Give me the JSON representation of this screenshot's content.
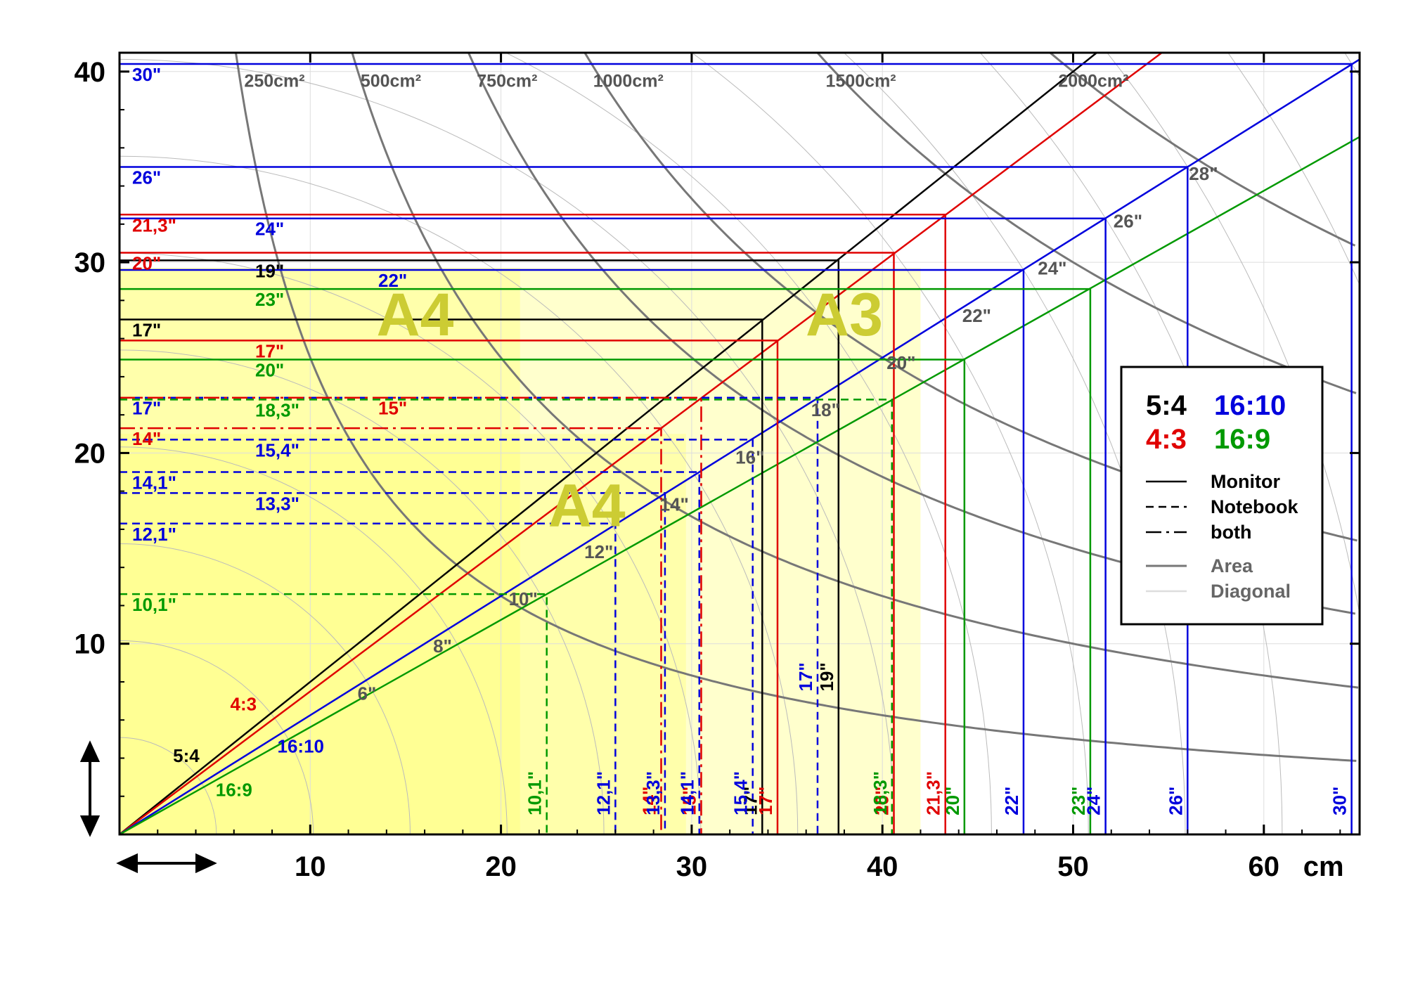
{
  "chart_data": {
    "type": "line",
    "unit_label": "cm",
    "x_ticks": [
      10,
      20,
      30,
      40,
      50,
      60
    ],
    "y_ticks": [
      10,
      20,
      30,
      40
    ],
    "xlim": [
      0,
      65
    ],
    "ylim": [
      0,
      41
    ],
    "colors": {
      "5:4": "#000000",
      "4:3": "#e00000",
      "16:10": "#0000dd",
      "16:9": "#009900",
      "area": "#777777",
      "diagonal": "#bbbbbb",
      "paper_text": "#cccc33",
      "paper_fill": "#ffff66"
    },
    "legend": {
      "ratios": [
        {
          "label": "5:4",
          "key": "5:4"
        },
        {
          "label": "16:10",
          "key": "16:10"
        },
        {
          "label": "4:3",
          "key": "4:3"
        },
        {
          "label": "16:9",
          "key": "16:9"
        }
      ],
      "styles": [
        {
          "label": "Monitor",
          "style": "solid"
        },
        {
          "label": "Notebook",
          "style": "dashed"
        },
        {
          "label": "both",
          "style": "longdash"
        },
        {
          "label": "Area",
          "style": "area"
        },
        {
          "label": "Diagonal",
          "style": "diagonal"
        }
      ]
    },
    "paper_sizes": [
      {
        "label": "A4",
        "width": 21.0,
        "height": 29.7,
        "label_x": 15.5,
        "label_y": 27.0
      },
      {
        "label": "A4",
        "width": 29.7,
        "height": 21.0,
        "label_x": 24.5,
        "label_y": 17.0
      },
      {
        "label": "A3",
        "width": 42.0,
        "height": 29.7,
        "label_x": 38.0,
        "label_y": 27.0
      }
    ],
    "ratio_lines": [
      {
        "label": "5:4",
        "ratio": 0.8,
        "key": "5:4",
        "label_x": 3.5,
        "label_y": 3.8
      },
      {
        "label": "4:3",
        "ratio": 0.75,
        "key": "4:3",
        "label_x": 6.5,
        "label_y": 6.5
      },
      {
        "label": "16:10",
        "ratio": 0.625,
        "key": "16:10",
        "label_x": 9.5,
        "label_y": 4.3
      },
      {
        "label": "16:9",
        "ratio": 0.5625,
        "key": "16:9",
        "label_x": 6.0,
        "label_y": 2.0
      }
    ],
    "area_curves": [
      {
        "label": "250cm²",
        "area": 250
      },
      {
        "label": "500cm²",
        "area": 500
      },
      {
        "label": "750cm²",
        "area": 750
      },
      {
        "label": "1000cm²",
        "area": 1000
      },
      {
        "label": "1500cm²",
        "area": 1500
      },
      {
        "label": "2000cm²",
        "area": 2000
      }
    ],
    "diagonal_labels": [
      {
        "label": "6\"",
        "d": 6
      },
      {
        "label": "8\"",
        "d": 8
      },
      {
        "label": "10\"",
        "d": 10
      },
      {
        "label": "12\"",
        "d": 12
      },
      {
        "label": "14\"",
        "d": 14
      },
      {
        "label": "16\"",
        "d": 16
      },
      {
        "label": "18\"",
        "d": 18
      },
      {
        "label": "20\"",
        "d": 20
      },
      {
        "label": "22\"",
        "d": 22
      },
      {
        "label": "24\"",
        "d": 24
      },
      {
        "label": "26\"",
        "d": 26
      },
      {
        "label": "28\"",
        "d": 28
      }
    ],
    "screens": [
      {
        "label": "30\"",
        "key": "16:10",
        "style": "solid",
        "width": 64.6,
        "height": 40.4
      },
      {
        "label": "26\"",
        "key": "16:10",
        "style": "solid",
        "width": 56.0,
        "height": 35.0
      },
      {
        "label": "21,3\"",
        "key": "4:3",
        "style": "solid",
        "width": 43.3,
        "height": 32.5
      },
      {
        "label": "24\"",
        "key": "16:10",
        "style": "solid",
        "width": 51.7,
        "height": 32.3
      },
      {
        "label": "20\"",
        "key": "4:3",
        "style": "solid",
        "width": 40.6,
        "height": 30.5
      },
      {
        "label": "19\"",
        "key": "5:4",
        "style": "solid",
        "width": 37.7,
        "height": 30.1
      },
      {
        "label": "22\"",
        "key": "16:10",
        "style": "solid",
        "width": 47.4,
        "height": 29.6
      },
      {
        "label": "23\"",
        "key": "16:9",
        "style": "solid",
        "width": 50.9,
        "height": 28.6
      },
      {
        "label": "17\"",
        "key": "5:4",
        "style": "solid",
        "width": 33.7,
        "height": 27.0
      },
      {
        "label": "17\"",
        "key": "4:3",
        "style": "solid",
        "width": 34.5,
        "height": 25.9
      },
      {
        "label": "20\"",
        "key": "16:9",
        "style": "solid",
        "width": 44.3,
        "height": 24.9
      },
      {
        "label": "17\"",
        "key": "16:10",
        "style": "dashed",
        "width": 36.6,
        "height": 22.9
      },
      {
        "label": "18,3\"",
        "key": "16:9",
        "style": "dashed",
        "width": 40.5,
        "height": 22.8
      },
      {
        "label": "15\"",
        "key": "4:3",
        "style": "longdash",
        "width": 30.5,
        "height": 22.9
      },
      {
        "label": "14\"",
        "key": "4:3",
        "style": "longdash",
        "width": 28.4,
        "height": 21.3
      },
      {
        "label": "15,4\"",
        "key": "16:10",
        "style": "dashed",
        "width": 33.2,
        "height": 20.7
      },
      {
        "label": "14,1\"",
        "key": "16:10",
        "style": "dashed",
        "width": 30.4,
        "height": 19.0
      },
      {
        "label": "13,3\"",
        "key": "16:10",
        "style": "dashed",
        "width": 28.6,
        "height": 17.9
      },
      {
        "label": "12,1\"",
        "key": "16:10",
        "style": "dashed",
        "width": 26.0,
        "height": 16.3
      },
      {
        "label": "10,1\"",
        "key": "16:9",
        "style": "dashed",
        "width": 22.4,
        "height": 12.6
      }
    ]
  }
}
